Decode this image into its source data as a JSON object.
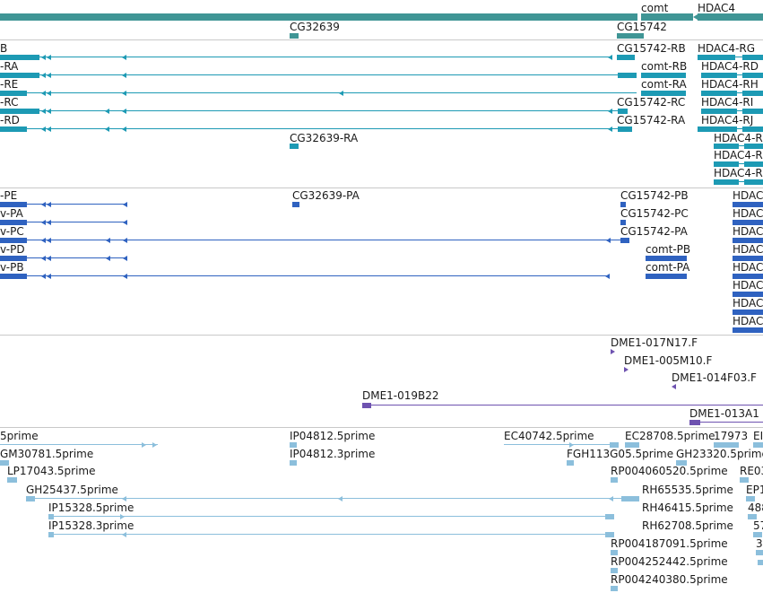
{
  "colors": {
    "gene": "#3f9595",
    "transcript": "#1d9ab4",
    "protein": "#2f62c0",
    "clone": "#6e52b0",
    "est": "#8cbfdc",
    "divider": "#c9c9c9"
  },
  "tracks": {
    "genes": {
      "features": [
        {
          "label": "comt"
        },
        {
          "label": "HDAC4"
        },
        {
          "label": "CG32639"
        },
        {
          "label": "CG15742"
        }
      ]
    },
    "transcripts": {
      "features": [
        {
          "label": "B"
        },
        {
          "label": "CG15742-RB"
        },
        {
          "label": "HDAC4-RG"
        },
        {
          "label": "-RA"
        },
        {
          "label": "comt-RB"
        },
        {
          "label": "HDAC4-RD"
        },
        {
          "label": "-RE"
        },
        {
          "label": "comt-RA"
        },
        {
          "label": "HDAC4-RH"
        },
        {
          "label": "-RC"
        },
        {
          "label": "CG15742-RC"
        },
        {
          "label": "HDAC4-RI"
        },
        {
          "label": "-RD"
        },
        {
          "label": "CG15742-RA"
        },
        {
          "label": "HDAC4-RJ"
        },
        {
          "label": "CG32639-RA"
        },
        {
          "label": "HDAC4-R"
        },
        {
          "label": "HDAC4-R"
        },
        {
          "label": "HDAC4-R"
        }
      ]
    },
    "proteins": {
      "features": [
        {
          "label": "-PE"
        },
        {
          "label": "CG32639-PA"
        },
        {
          "label": "CG15742-PB"
        },
        {
          "label": "HDAC"
        },
        {
          "label": "v-PA"
        },
        {
          "label": "CG15742-PC"
        },
        {
          "label": "HDAC"
        },
        {
          "label": "v-PC"
        },
        {
          "label": "CG15742-PA"
        },
        {
          "label": "HDAC"
        },
        {
          "label": "v-PD"
        },
        {
          "label": "comt-PB"
        },
        {
          "label": "HDAC"
        },
        {
          "label": "v-PB"
        },
        {
          "label": "comt-PA"
        },
        {
          "label": "HDAC"
        },
        {
          "label": "HDAC"
        },
        {
          "label": "HDAC"
        },
        {
          "label": "HDAC"
        }
      ]
    },
    "clones": {
      "features": [
        {
          "label": "DME1-017N17.F"
        },
        {
          "label": "DME1-005M10.F"
        },
        {
          "label": "DME1-014F03.F"
        },
        {
          "label": "DME1-019B22"
        },
        {
          "label": "DME1-013A1"
        }
      ]
    },
    "ests": {
      "features": [
        {
          "label": "5prime"
        },
        {
          "label": "IP04812.5prime"
        },
        {
          "label": "EC40742.5prime"
        },
        {
          "label": "EC28708.5prime"
        },
        {
          "label": "17973"
        },
        {
          "label": "EI"
        },
        {
          "label": "GM30781.5prime"
        },
        {
          "label": "IP04812.3prime"
        },
        {
          "label": "FGH113G05.5prime"
        },
        {
          "label": "GH23320.5prime"
        },
        {
          "label": "LP17043.5prime"
        },
        {
          "label": "RP004060520.5prime"
        },
        {
          "label": "RE03"
        },
        {
          "label": "GH25437.5prime"
        },
        {
          "label": "RH65535.5prime"
        },
        {
          "label": "EP1"
        },
        {
          "label": "IP15328.5prime"
        },
        {
          "label": "RH46415.5prime"
        },
        {
          "label": "488"
        },
        {
          "label": "IP15328.3prime"
        },
        {
          "label": "RH62708.5prime"
        },
        {
          "label": "57"
        },
        {
          "label": "RP004187091.5prime"
        },
        {
          "label": "3"
        },
        {
          "label": "RP004252442.5prime"
        },
        {
          "label": "RP004240380.5prime"
        }
      ]
    }
  }
}
